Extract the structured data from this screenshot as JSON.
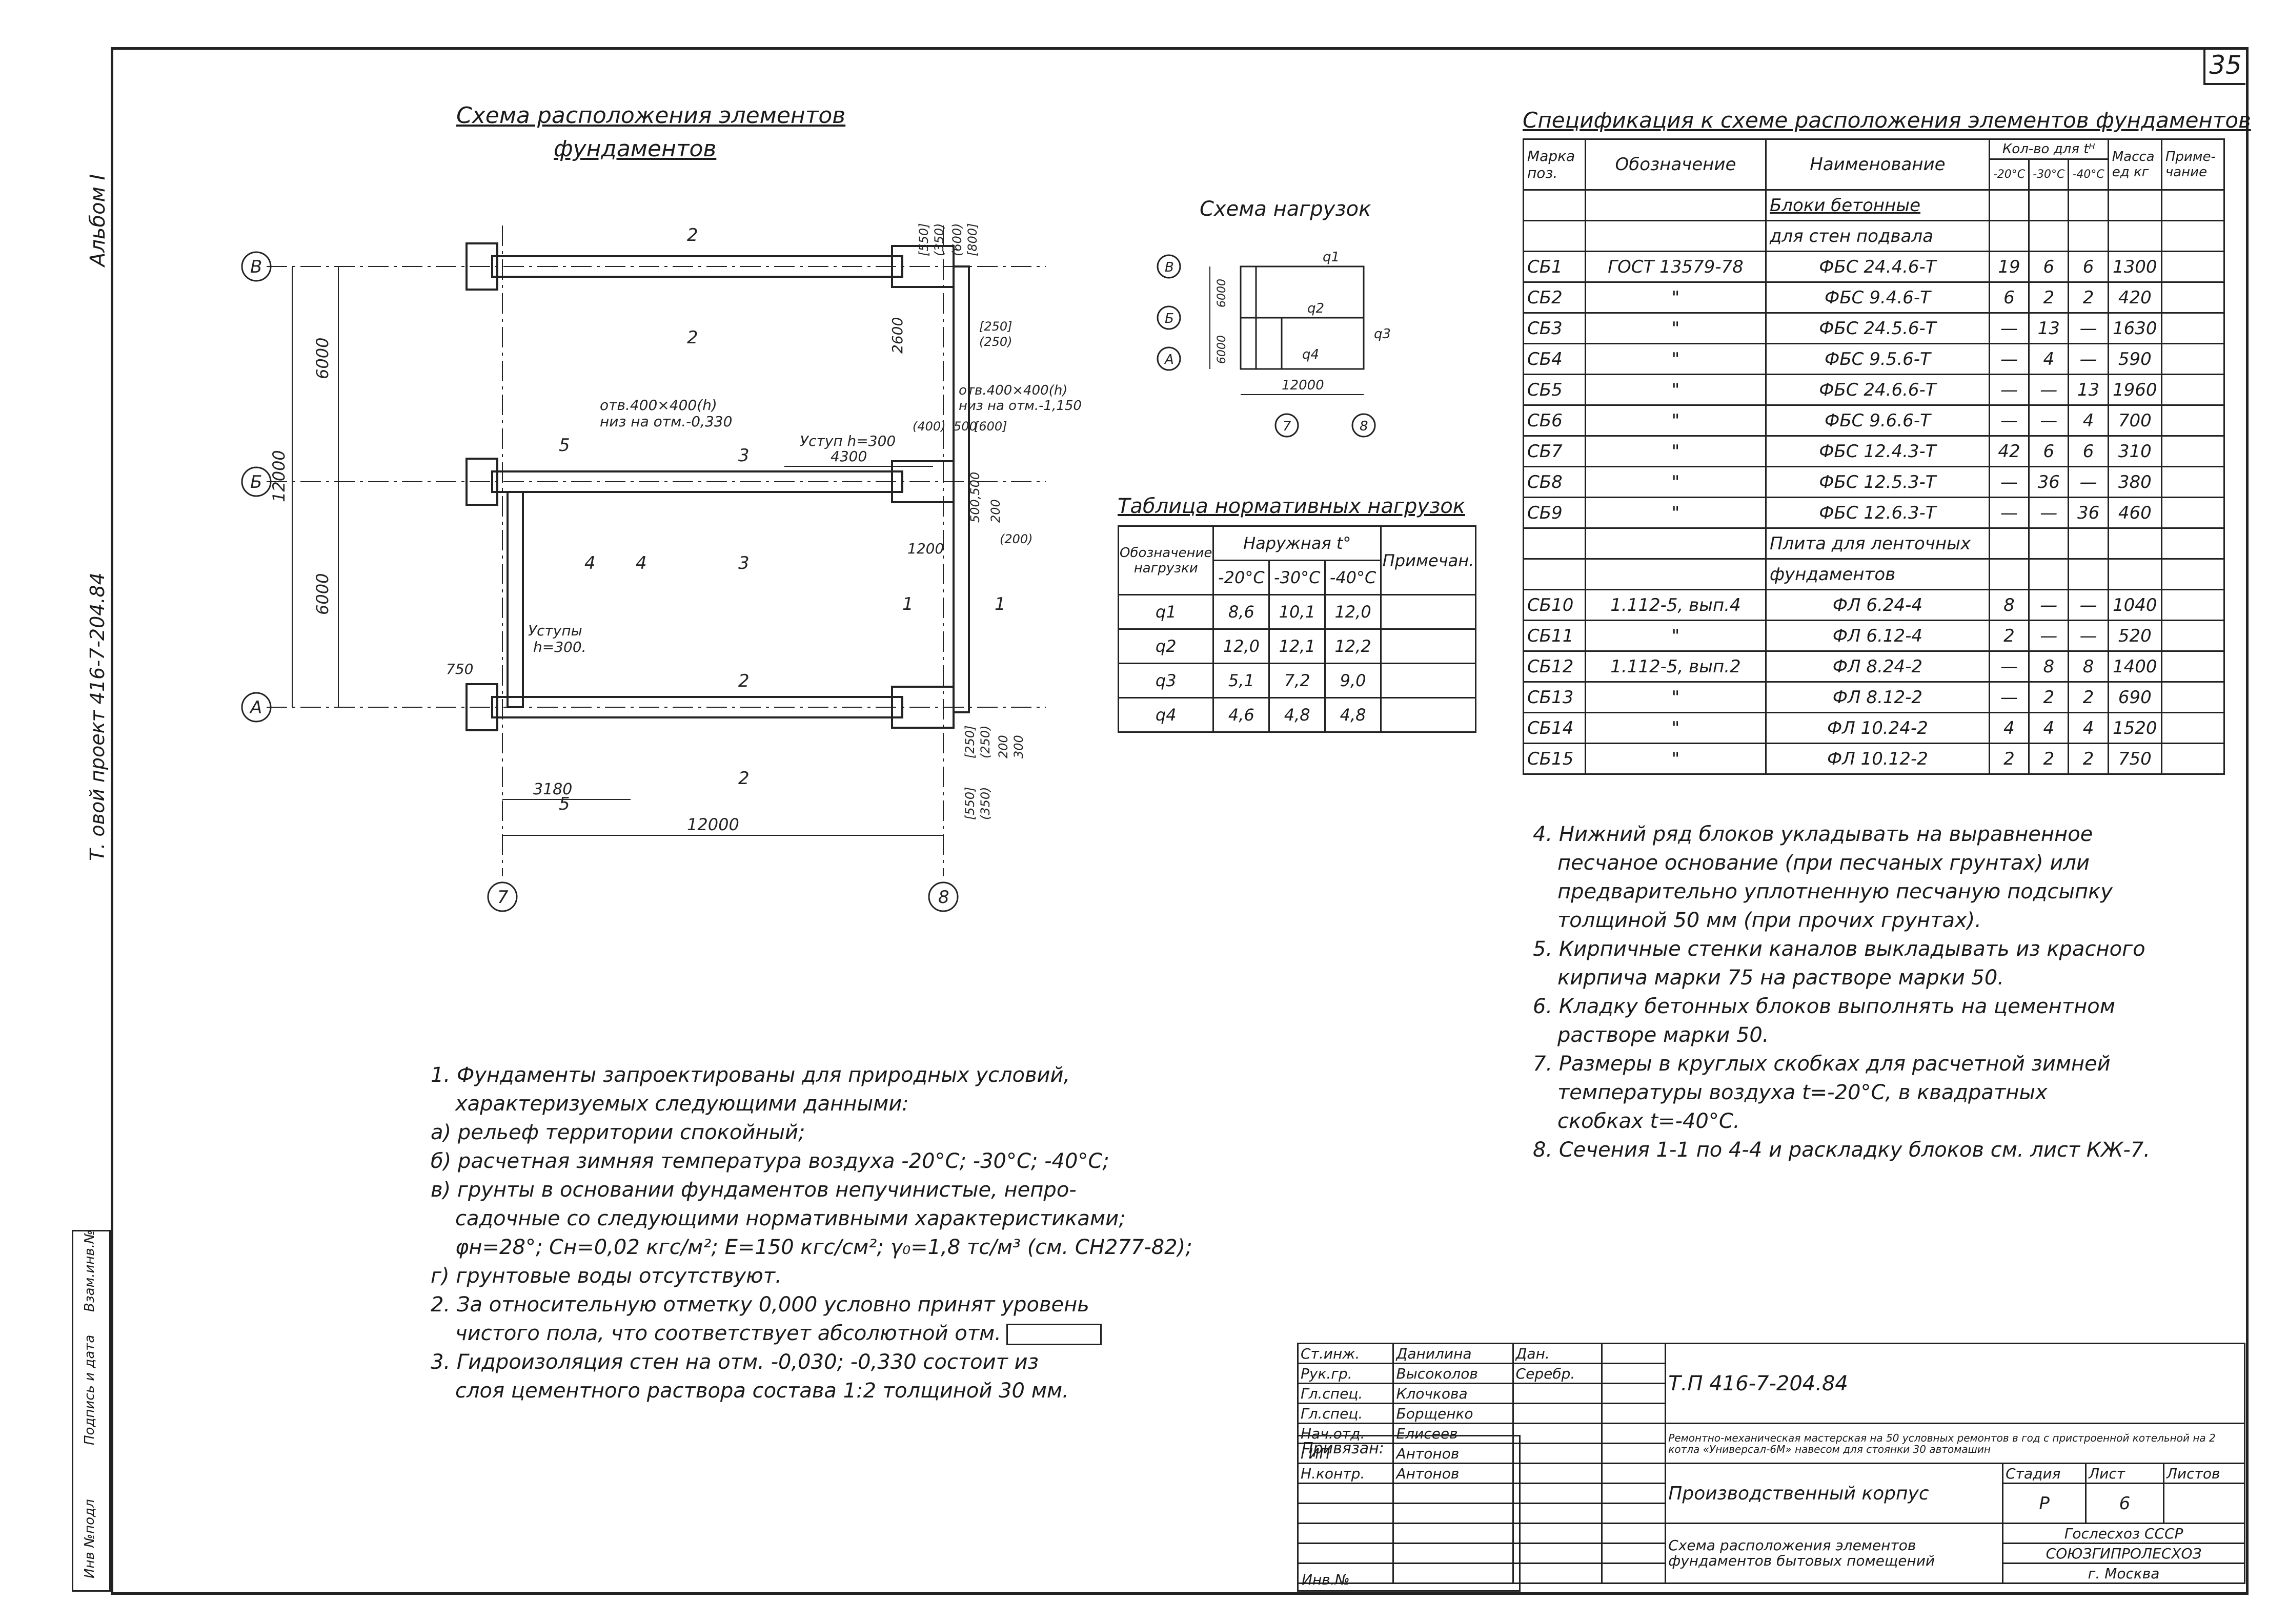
{
  "page_number": "35",
  "side_labels": {
    "album": "Альбом I",
    "project": "Т. овой проект 416-7-204.84",
    "inv_orig": "Инв №подл",
    "sign_date": "Подпись и дата",
    "inv_replace": "Взам.инв.№"
  },
  "plan": {
    "title_line1": "Схема расположения элементов",
    "title_line2": "фундаментов",
    "axes": [
      "В",
      "Б",
      "А",
      "7",
      "8"
    ],
    "dims": {
      "d6000_top": "6000",
      "d12000_v": "12000",
      "d6000_bot": "6000",
      "d750": "750",
      "d3180": "3180",
      "d12000": "12000",
      "d4300": "4300",
      "d1200": "1200",
      "d2600": "2600",
      "d500": "500",
      "d400": "(400)",
      "d600b": "[600]",
      "d200": "200"
    },
    "notes": {
      "otv_left1": "отв.400×400(h)",
      "otv_left2": "низ на отм.-0,330",
      "otv_right1": "отв.400×400(h)",
      "otv_right2": "низ на отм.-1,150",
      "ustup": "Уступ h=300",
      "ustupy1": "Уступы",
      "ustupy2": "h=300.",
      "b_top": "[550]",
      "b_top2": "(350)",
      "b_top3": "[250]",
      "b_top4": "(250)",
      "b_mid": "500,500",
      "b_mid2": "(200)",
      "b_bot": "[250]",
      "b_bot2": "(250)",
      "b_bot3": "[550]",
      "b_bot4": "(350)",
      "b_r1": "(600)",
      "b_r2": "200",
      "b_r3": "300",
      "b_r4": "[800]"
    },
    "sections": [
      "1",
      "1",
      "2",
      "2",
      "2",
      "2",
      "3",
      "3",
      "4",
      "4",
      "5",
      "5"
    ]
  },
  "load_scheme": {
    "title": "Схема нагрузок",
    "labels": [
      "q1",
      "q2",
      "q3",
      "q4"
    ],
    "axes": [
      "В",
      "Б",
      "А",
      "7",
      "8"
    ],
    "dims": [
      "12000",
      "6000",
      "6000"
    ]
  },
  "load_table": {
    "title": "Таблица нормативных нагрузок",
    "h_label": "Обозначение нагрузки",
    "h_temp": "Наружная t°",
    "h_note": "Примечан.",
    "temps": [
      "-20°С",
      "-30°С",
      "-40°С"
    ],
    "rows": [
      {
        "q": "q1",
        "v": [
          "8,6",
          "10,1",
          "12,0"
        ]
      },
      {
        "q": "q2",
        "v": [
          "12,0",
          "12,1",
          "12,2"
        ]
      },
      {
        "q": "q3",
        "v": [
          "5,1",
          "7,2",
          "9,0"
        ]
      },
      {
        "q": "q4",
        "v": [
          "4,6",
          "4,8",
          "4,8"
        ]
      }
    ]
  },
  "spec": {
    "title": "Спецификация к схеме расположения элементов фундаментов",
    "h_mark": "Марка поз.",
    "h_desig": "Обозначение",
    "h_name": "Наименование",
    "h_qty": "Кол-во для tᴴ",
    "h_temps": [
      "-20°С",
      "-30°С",
      "-40°С"
    ],
    "h_mass": "Масса ед кг",
    "h_note": "Приме- чание",
    "group1": [
      "Блоки бетонные",
      "для стен подвала"
    ],
    "group2": [
      "Плита для ленточных",
      "фундаментов"
    ],
    "rows1": [
      {
        "m": "СБ1",
        "d": "ГОСТ 13579-78",
        "n": "ФБС 24.4.6-Т",
        "q": [
          "19",
          "6",
          "6"
        ],
        "kg": "1300"
      },
      {
        "m": "СБ2",
        "d": "\"",
        "n": "ФБС 9.4.6-Т",
        "q": [
          "6",
          "2",
          "2"
        ],
        "kg": "420"
      },
      {
        "m": "СБ3",
        "d": "\"",
        "n": "ФБС 24.5.6-Т",
        "q": [
          "—",
          "13",
          "—"
        ],
        "kg": "1630"
      },
      {
        "m": "СБ4",
        "d": "\"",
        "n": "ФБС 9.5.6-Т",
        "q": [
          "—",
          "4",
          "—"
        ],
        "kg": "590"
      },
      {
        "m": "СБ5",
        "d": "\"",
        "n": "ФБС 24.6.6-Т",
        "q": [
          "—",
          "—",
          "13"
        ],
        "kg": "1960"
      },
      {
        "m": "СБ6",
        "d": "\"",
        "n": "ФБС 9.6.6-Т",
        "q": [
          "—",
          "—",
          "4"
        ],
        "kg": "700"
      },
      {
        "m": "СБ7",
        "d": "\"",
        "n": "ФБС 12.4.3-Т",
        "q": [
          "42",
          "6",
          "6"
        ],
        "kg": "310"
      },
      {
        "m": "СБ8",
        "d": "\"",
        "n": "ФБС 12.5.3-Т",
        "q": [
          "—",
          "36",
          "—"
        ],
        "kg": "380"
      },
      {
        "m": "СБ9",
        "d": "\"",
        "n": "ФБС 12.6.3-Т",
        "q": [
          "—",
          "—",
          "36"
        ],
        "kg": "460"
      }
    ],
    "rows2": [
      {
        "m": "СБ10",
        "d": "1.112-5, вып.4",
        "n": "ФЛ 6.24-4",
        "q": [
          "8",
          "—",
          "—"
        ],
        "kg": "1040"
      },
      {
        "m": "СБ11",
        "d": "\"",
        "n": "ФЛ 6.12-4",
        "q": [
          "2",
          "—",
          "—"
        ],
        "kg": "520"
      },
      {
        "m": "СБ12",
        "d": "1.112-5, вып.2",
        "n": "ФЛ 8.24-2",
        "q": [
          "—",
          "8",
          "8"
        ],
        "kg": "1400"
      },
      {
        "m": "СБ13",
        "d": "\"",
        "n": "ФЛ 8.12-2",
        "q": [
          "—",
          "2",
          "2"
        ],
        "kg": "690"
      },
      {
        "m": "СБ14",
        "d": "\"",
        "n": "ФЛ 10.24-2",
        "q": [
          "4",
          "4",
          "4"
        ],
        "kg": "1520"
      },
      {
        "m": "СБ15",
        "d": "\"",
        "n": "ФЛ 10.12-2",
        "q": [
          "2",
          "2",
          "2"
        ],
        "kg": "750"
      }
    ]
  },
  "notes_right": [
    "4. Нижний ряд блоков укладывать на выравненное",
    "песчаное основание (при песчаных грунтах) или",
    "предварительно уплотненную песчаную подсыпку",
    "толщиной 50 мм (при прочих грунтах).",
    "5. Кирпичные стенки каналов выкладывать из красного",
    "кирпича марки 75 на растворе марки 50.",
    "6. Кладку бетонных блоков выполнять на цементном",
    "растворе марки 50.",
    "7. Размеры в круглых скобках для расчетной зимней",
    "температуры воздуха t=-20°С, в квадратных",
    "скобках t=-40°С.",
    "8. Сечения 1-1 по 4-4 и раскладку блоков см. лист КЖ-7."
  ],
  "notes_left": [
    "1. Фундаменты запроектированы для природных условий,",
    "характеризуемых следующими данными:",
    "а) рельеф территории спокойный;",
    "б) расчетная зимняя температура воздуха -20°С; -30°С; -40°С;",
    "в) грунты в основании фундаментов непучинистые, непро-",
    "садочные со следующими нормативными характеристиками;",
    "φн=28°; Сн=0,02 кгс/м²; Е=150 кгс/см²; γ₀=1,8 тс/м³ (см. СН277-82);",
    "г) грунтовые воды отсутствуют.",
    "2. За относительную отметку 0,000 условно принят уровень",
    "чистого пола, что соответствует абсолютной отм.",
    "3. Гидроизоляция стен на отм. -0,030; -0,330 состоит из",
    "слоя цементного раствора состава 1:2 толщиной 30 мм."
  ],
  "stamp": {
    "roles": [
      "Ст.инж.",
      "Рук.гр.",
      "Гл.спец.",
      "Гл.спец.",
      "Нач.отд.",
      "ГИП",
      "Н.контр."
    ],
    "names": [
      "Данилина",
      "Высоколов",
      "Клочкова",
      "Борщенко",
      "Елисеев",
      "Антонов",
      "Антонов"
    ],
    "sig1": "Дан.",
    "sig2": "Серебр.",
    "code": "Т.П 416-7-204.84",
    "desc": "Ремонтно-механическая мастерская на 50 условных ремонтов в год с пристроенной котельной на 2 котла «Универсал-6М» навесом для стоянки 30 автомашин",
    "building": "Производственный корпус",
    "stage_h": "Стадия",
    "sheet_h": "Лист",
    "sheets_h": "Листов",
    "stage": "Р",
    "sheet": "6",
    "drawing": "Схема расположения элементов фундаментов бытовых помещений",
    "org1": "Гослесхоз СССР",
    "org2": "СОЮЗГИПРОЛЕСХОЗ",
    "org3": "г. Москва",
    "bound": "Привязан:",
    "inv": "Инв.№"
  }
}
